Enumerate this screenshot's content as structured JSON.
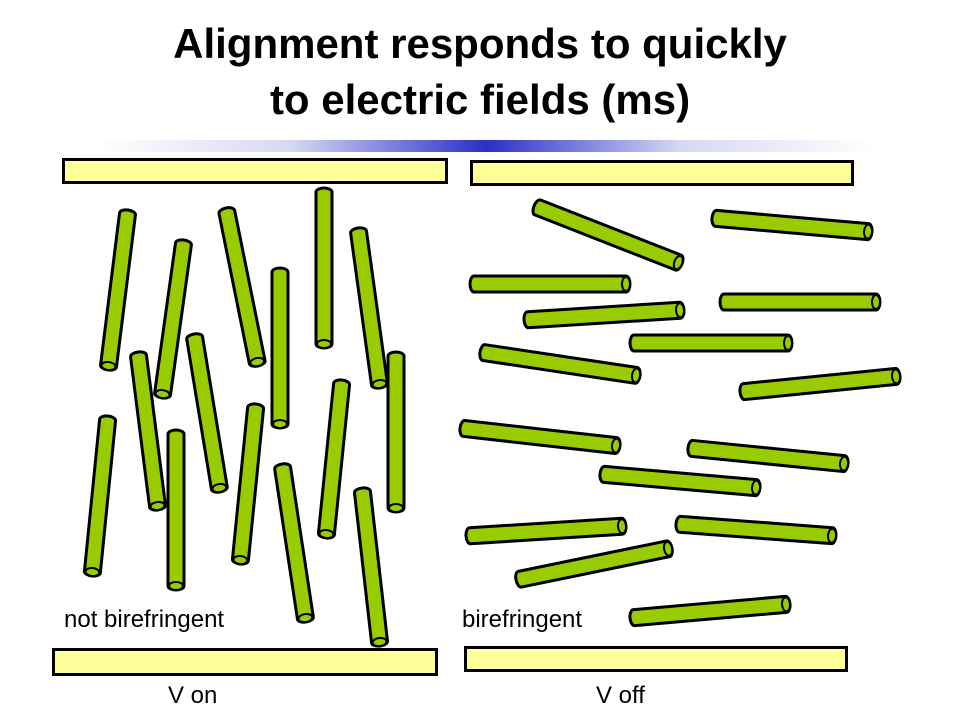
{
  "title_line1": "Alignment responds to quickly",
  "title_line2": "to electric fields (ms)",
  "left_panel": {
    "state_label": "not birefringent",
    "voltage_label": "V on"
  },
  "right_panel": {
    "state_label": "birefringent",
    "voltage_label": "V off"
  },
  "colors": {
    "rod_fill": "#99cc00",
    "plate_fill": "#ffff99",
    "outline": "#000000",
    "underline_accent": "#2a2fc8"
  }
}
